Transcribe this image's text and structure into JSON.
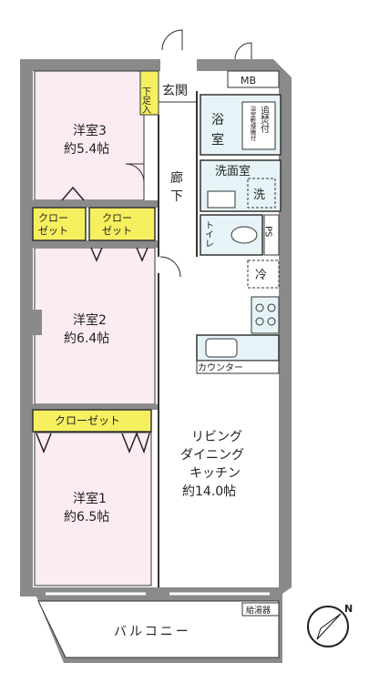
{
  "rooms": {
    "genkan": "玄関",
    "geta": "下足入",
    "mb": "MB",
    "bath_a": "浴",
    "bath_b": "室",
    "oidaki": "追焚付",
    "kansou": "浴室乾燥機付",
    "senmen": "洗面室",
    "sen": "洗",
    "toilet": "トイレ",
    "ps": "PS",
    "rei": "冷",
    "roka_a": "廊",
    "roka_b": "下",
    "counter": "カウンター",
    "yoshitsu3_name": "洋室3",
    "yoshitsu3_size": "約5.4帖",
    "yoshitsu2_name": "洋室2",
    "yoshitsu2_size": "約6.4帖",
    "yoshitsu1_name": "洋室1",
    "yoshitsu1_size": "約6.5帖",
    "closet_small_a1": "クロー",
    "closet_small_a2": "ゼット",
    "closet_small_b1": "クロー",
    "closet_small_b2": "ゼット",
    "closet_wide": "クローゼット",
    "ldk_line1": "リビング",
    "ldk_line2": "ダイニング",
    "ldk_line3": "キッチン",
    "ldk_size": "約14.0帖",
    "balcony": "バルコニー",
    "kyutoki": "給湯器"
  },
  "compass": {
    "label": "N"
  },
  "colors": {
    "wall": "#8a8a8a",
    "room_pink": "#fcecf2",
    "wet_blue": "#e6f4f8",
    "closet_yellow": "#f6f060",
    "line": "#333333"
  }
}
